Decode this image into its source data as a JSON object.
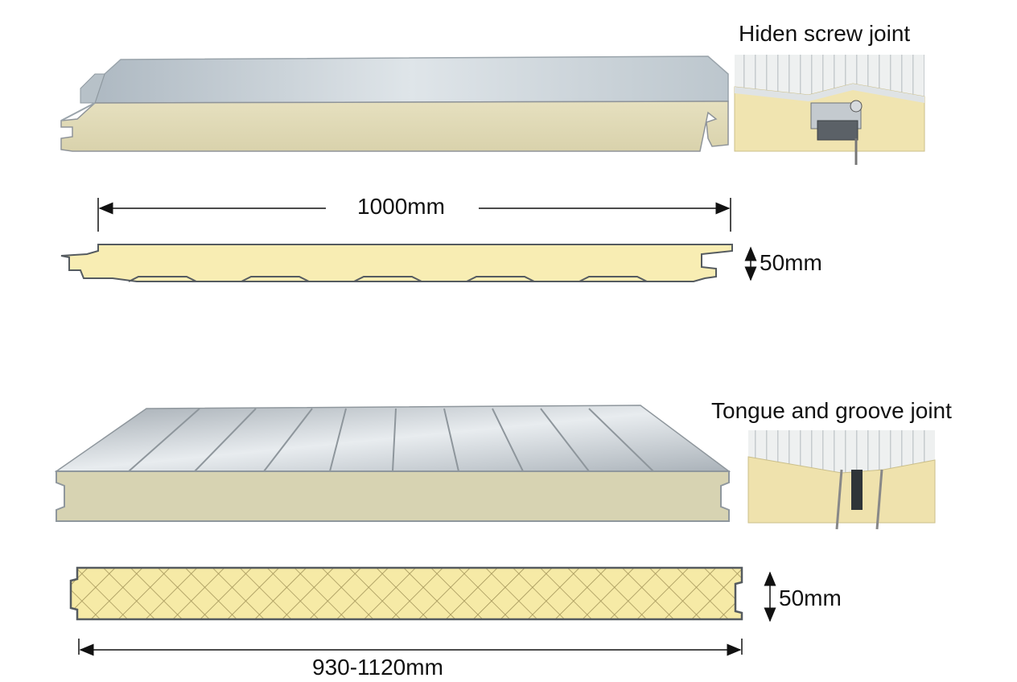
{
  "top_section": {
    "joint_title": "Hiden screw joint",
    "width_label": "1000mm",
    "thickness_label": "50mm"
  },
  "bottom_section": {
    "joint_title": "Tongue and groove joint",
    "thickness_label": "50mm",
    "width_label": "930-1120mm"
  },
  "colors": {
    "foam_core": "#f8edb3",
    "foam_photo": "#e9e1b4",
    "steel_face": "#c9d2d8",
    "steel_edge": "#8f979d",
    "outline": "#555b60",
    "mesh_line": "#9b8f5e"
  }
}
